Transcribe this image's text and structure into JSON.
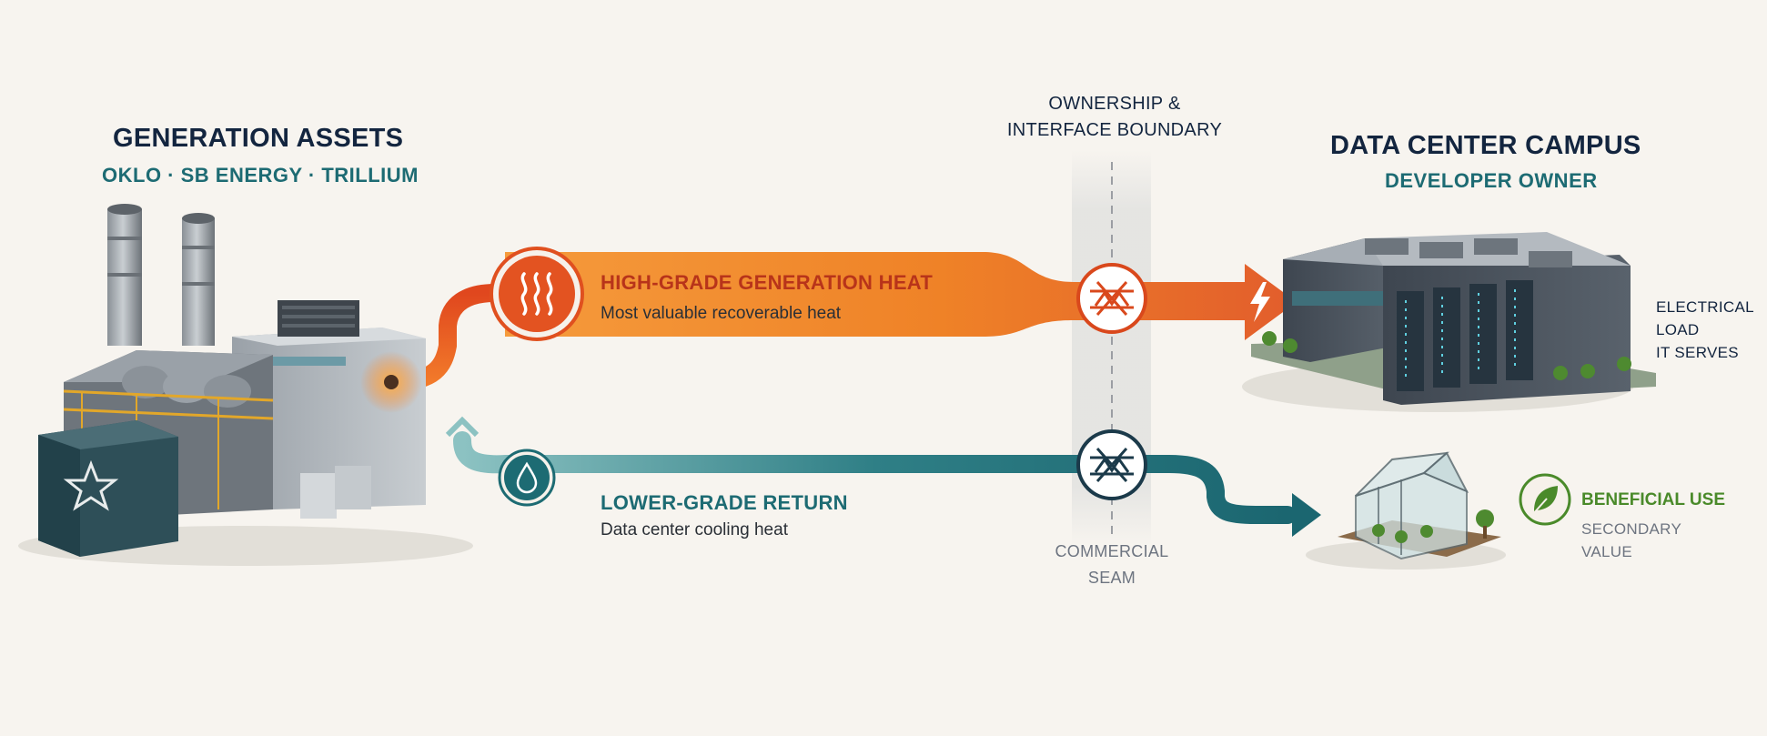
{
  "generation": {
    "title": "GENERATION ASSETS",
    "subtitle": "OKLO · SB ENERGY · TRILLIUM"
  },
  "boundary": {
    "line1": "OWNERSHIP &",
    "line2": "INTERFACE BOUNDARY",
    "seam1": "COMMERCIAL",
    "seam2": "SEAM"
  },
  "campus": {
    "title": "DATA CENTER CAMPUS",
    "subtitle": "DEVELOPER OWNER",
    "load1": "ELECTRICAL",
    "load2": "LOAD",
    "load3": "IT SERVES"
  },
  "high_heat": {
    "title": "HIGH-GRADE GENERATION HEAT",
    "subtitle": "Most valuable recoverable heat"
  },
  "low_return": {
    "title": "LOWER-GRADE RETURN",
    "subtitle": "Data center cooling heat"
  },
  "beneficial": {
    "title": "BENEFICIAL USE",
    "line1": "SECONDARY",
    "line2": "VALUE"
  },
  "colors": {
    "navy": "#13253f",
    "teal": "#1d6b73",
    "orange": "#ee7a22",
    "orange_dark": "#d9481c",
    "green": "#4a8a2a",
    "background": "#f7f4ef"
  },
  "icons": {
    "heat": "heat-waves-icon",
    "water": "water-drop-icon",
    "exchanger": "heat-exchanger-icon",
    "bolt": "lightning-bolt-icon",
    "leaf": "leaf-icon"
  }
}
